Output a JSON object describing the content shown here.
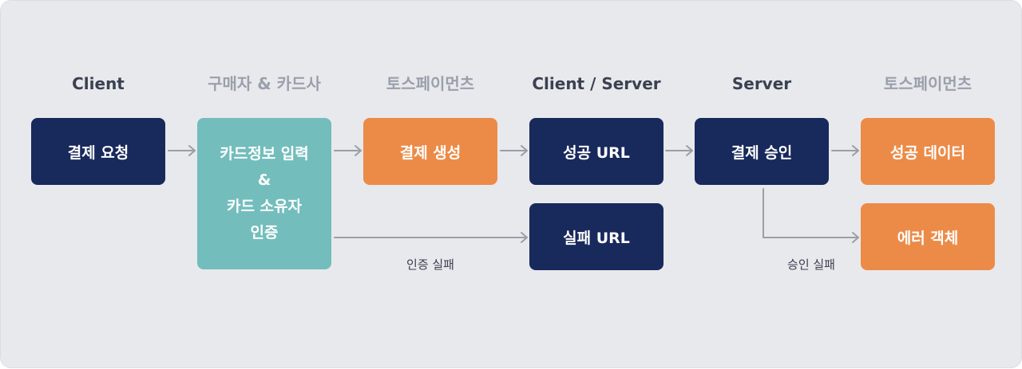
{
  "headers": [
    "Client",
    "구매자 & 카드사",
    "토스페이먼츠",
    "Client / Server",
    "Server",
    "토스페이먼츠"
  ],
  "nodes": {
    "payment_request": "결제 요청",
    "card_info_line1": "카드정보 입력",
    "card_info_line2": "&",
    "card_info_line3": "카드 소유자",
    "card_info_line4": "인증",
    "payment_create": "결제 생성",
    "success_url": "성공 URL",
    "fail_url": "실패 URL",
    "payment_approve": "결제 승인",
    "success_data": "성공 데이터",
    "error_object": "에러 객체"
  },
  "edge_labels": {
    "auth_fail": "인증 실패",
    "approve_fail": "승인 실패"
  },
  "colors": {
    "navy": "#18295b",
    "orange": "#ec8b47",
    "teal": "#73bdbd",
    "arrow": "#9a9ea7",
    "background": "#e8e9ed"
  }
}
